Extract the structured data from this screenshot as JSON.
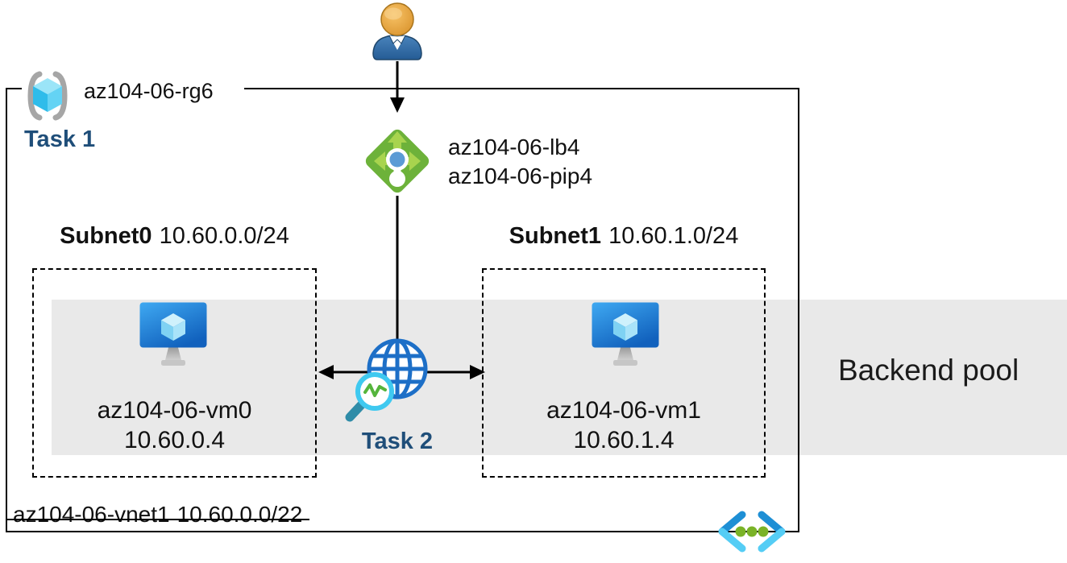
{
  "rg": {
    "label": "az104-06-rg6",
    "task": "Task 1"
  },
  "lb": {
    "name": "az104-06-lb4",
    "pip": "az104-06-pip4"
  },
  "subnet0": {
    "name": "Subnet0",
    "cidr": "10.60.0.0/24",
    "vm_name": "az104-06-vm0",
    "vm_ip": "10.60.0.4"
  },
  "subnet1": {
    "name": "Subnet1",
    "cidr": "10.60.1.0/24",
    "vm_name": "az104-06-vm1",
    "vm_ip": "10.60.1.4"
  },
  "probe_task": "Task 2",
  "backend_pool": "Backend pool",
  "vnet": {
    "name": "az104-06-vnet1",
    "cidr": "10.60.0.0/22"
  },
  "icons": {
    "resource_group": "resource-group-icon",
    "user": "user-icon",
    "load_balancer": "load-balancer-icon",
    "virtual_machine": "vm-icon",
    "health_probe": "globe-probe-icon",
    "virtual_network": "vnet-icon"
  },
  "colors": {
    "task_label": "#1F4E79",
    "backend_band": "#E9E9E9",
    "lb_green": "#6DB23A",
    "lb_arrow_green": "#A3D14E",
    "probe_blue": "#1D6FC7",
    "vm_blue": "#1665C1",
    "cube_cyan": "#55CDF5",
    "dot_green": "#7AB327",
    "line_black": "#000000"
  }
}
